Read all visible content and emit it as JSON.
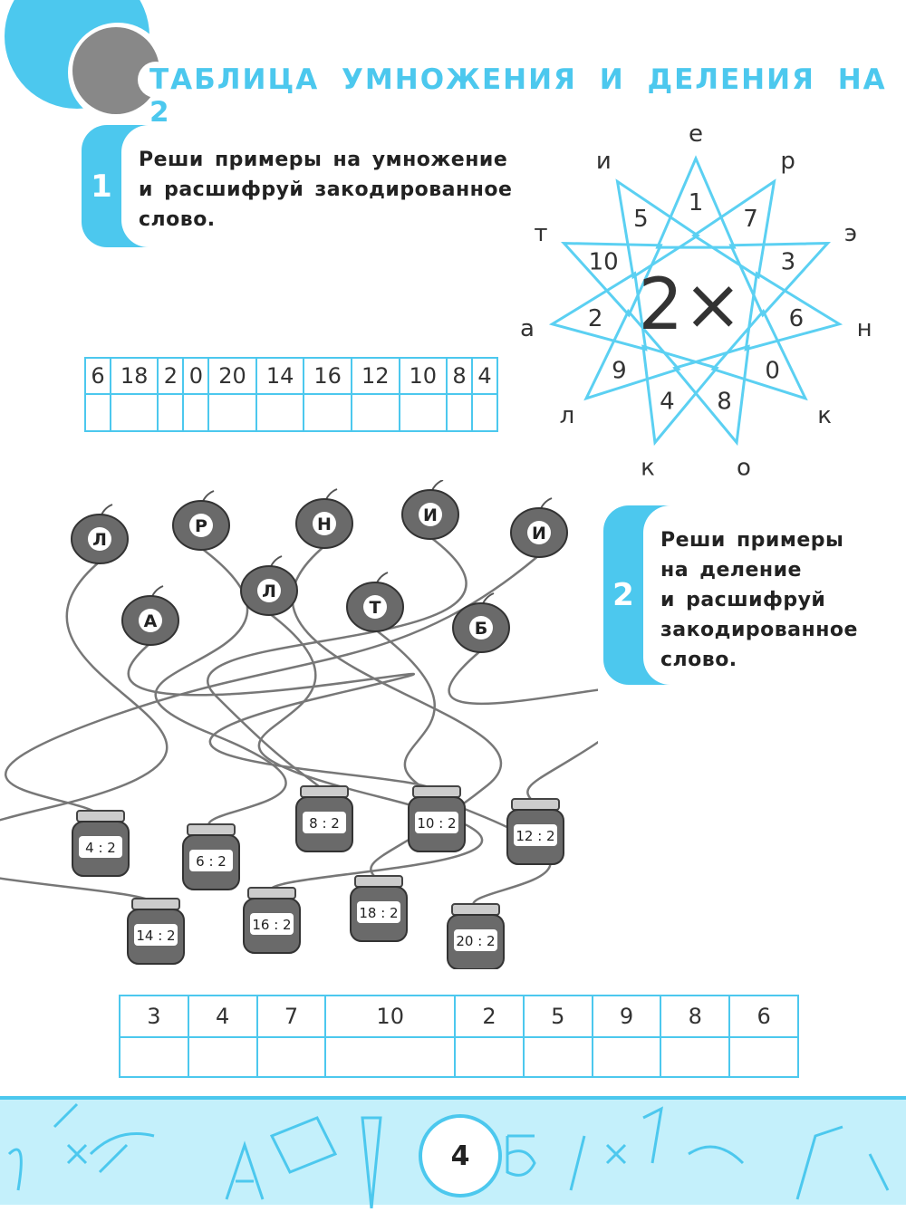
{
  "title": "ТАБЛИЦА УМНОЖЕНИЯ И ДЕЛЕНИЯ НА 2",
  "task1": {
    "number": "1",
    "lines": [
      "Реши примеры на умножение",
      "и расшифруй закодированное",
      "слово."
    ]
  },
  "star": {
    "center": "2×",
    "points": [
      {
        "n": "1",
        "l": "е"
      },
      {
        "n": "7",
        "l": "р"
      },
      {
        "n": "3",
        "l": "э"
      },
      {
        "n": "6",
        "l": "н"
      },
      {
        "n": "0",
        "l": "к"
      },
      {
        "n": "8",
        "l": "о"
      },
      {
        "n": "4",
        "l": "к"
      },
      {
        "n": "9",
        "l": "л"
      },
      {
        "n": "2",
        "l": "а"
      },
      {
        "n": "10",
        "l": "т"
      },
      {
        "n": "5",
        "l": "и"
      }
    ]
  },
  "table1": [
    "6",
    "18",
    "2",
    "0",
    "20",
    "14",
    "16",
    "12",
    "10",
    "8",
    "4"
  ],
  "task2": {
    "number": "2",
    "lines": [
      "Реши примеры",
      "на деление",
      "и расшифруй",
      "закодированное",
      "слово."
    ]
  },
  "apples": [
    "Л",
    "Р",
    "Н",
    "И",
    "И",
    "Л",
    "А",
    "Т",
    "Б"
  ],
  "jars": [
    "4 : 2",
    "6 : 2",
    "8 : 2",
    "10 : 2",
    "12 : 2",
    "14 : 2",
    "16 : 2",
    "18 : 2",
    "20 : 2"
  ],
  "table2": [
    "3",
    "4",
    "7",
    "10",
    "2",
    "5",
    "9",
    "8",
    "6"
  ],
  "page_number": "4",
  "colors": {
    "accent": "#4cc8ee",
    "footer": "#c4f0fb"
  }
}
